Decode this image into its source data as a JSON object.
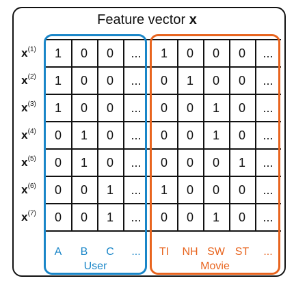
{
  "title": {
    "text": "Feature vector",
    "symbol": "x"
  },
  "rows": [
    {
      "label": "x",
      "index": "(1)",
      "user": [
        "1",
        "0",
        "0",
        "..."
      ],
      "movie": [
        "1",
        "0",
        "0",
        "0",
        "..."
      ]
    },
    {
      "label": "x",
      "index": "(2)",
      "user": [
        "1",
        "0",
        "0",
        "..."
      ],
      "movie": [
        "0",
        "1",
        "0",
        "0",
        "..."
      ]
    },
    {
      "label": "x",
      "index": "(3)",
      "user": [
        "1",
        "0",
        "0",
        "..."
      ],
      "movie": [
        "0",
        "0",
        "1",
        "0",
        "..."
      ]
    },
    {
      "label": "x",
      "index": "(4)",
      "user": [
        "0",
        "1",
        "0",
        "..."
      ],
      "movie": [
        "0",
        "0",
        "1",
        "0",
        "..."
      ]
    },
    {
      "label": "x",
      "index": "(5)",
      "user": [
        "0",
        "1",
        "0",
        "..."
      ],
      "movie": [
        "0",
        "0",
        "0",
        "1",
        "..."
      ]
    },
    {
      "label": "x",
      "index": "(6)",
      "user": [
        "0",
        "0",
        "1",
        "..."
      ],
      "movie": [
        "1",
        "0",
        "0",
        "0",
        "..."
      ]
    },
    {
      "label": "x",
      "index": "(7)",
      "user": [
        "0",
        "0",
        "1",
        "..."
      ],
      "movie": [
        "0",
        "0",
        "1",
        "0",
        "..."
      ]
    }
  ],
  "columns": {
    "user": [
      "A",
      "B",
      "C",
      "..."
    ],
    "movie": [
      "TI",
      "NH",
      "SW",
      "ST",
      "..."
    ]
  },
  "groups": {
    "user": {
      "label": "User",
      "color": "#1a86c8"
    },
    "movie": {
      "label": "Movie",
      "color": "#e8641e"
    }
  }
}
